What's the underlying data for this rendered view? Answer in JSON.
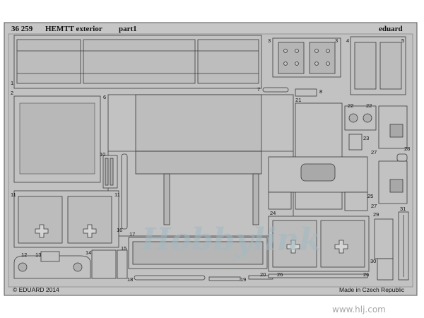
{
  "header": {
    "set_number": "36 259",
    "set_title": "HEMTT exterior",
    "part": "part1",
    "brand": "eduard"
  },
  "footer": {
    "copyright": "© EDUARD 2014",
    "origin": "Made in Czech Republic"
  },
  "watermark": {
    "logo_text": "Hobbylink",
    "url": "www.hlj.com"
  },
  "part_numbers": [
    "1",
    "2",
    "3",
    "3",
    "4",
    "5",
    "6",
    "7",
    "8",
    "10",
    "11",
    "11",
    "12",
    "13",
    "14",
    "15",
    "16",
    "17",
    "18",
    "19",
    "20",
    "21",
    "22",
    "22",
    "23",
    "24",
    "25",
    "26",
    "26",
    "27",
    "27",
    "28",
    "29",
    "30",
    "31"
  ],
  "colors": {
    "fret": "#c2c2c2",
    "part_outline": "#3a3a3a",
    "background": "#ffffff"
  }
}
